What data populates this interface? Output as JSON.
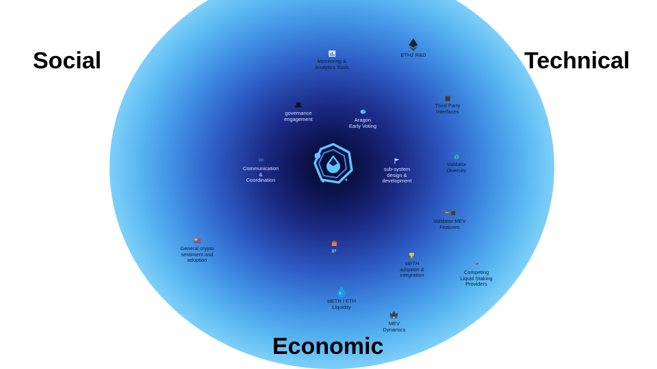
{
  "titles": {
    "social": "Social",
    "technical": "Technical",
    "economic": "Economic"
  },
  "center": {
    "icon": "lido-logo-icon"
  },
  "nodes": [
    {
      "id": "monitoring",
      "label": "Monitoring &\nAnalytics Tools",
      "icon": "chart-icon"
    },
    {
      "id": "eth2",
      "label": "ETH2 R&D",
      "icon": "ethereum-icon"
    },
    {
      "id": "third-party",
      "label": "Third Party\nInterfaces",
      "icon": "jar-icon"
    },
    {
      "id": "governance",
      "label": "governance\nengagement",
      "icon": "hat-icon"
    },
    {
      "id": "aragon",
      "label": "Aragon\nEarly Voting",
      "icon": "bird-icon"
    },
    {
      "id": "communication",
      "label": "Communication\n&\nCoordination",
      "icon": "chat-icon"
    },
    {
      "id": "subsystem",
      "label": "sub-system\ndesign &\ndevelopment",
      "icon": "flag-icon"
    },
    {
      "id": "validator-diversity",
      "label": "Validator\nDiversity",
      "icon": "globe-icon"
    },
    {
      "id": "validator-mev",
      "label": "Validator MEV\nFeatures",
      "icon": "tools-icon"
    },
    {
      "id": "general-crypto",
      "label": "General crypto\nsentiment and\nadoption",
      "icon": "card-icon"
    },
    {
      "id": "ip",
      "label": "IP",
      "icon": "building-icon"
    },
    {
      "id": "steth-adoption",
      "label": "stETH\nadoption &\nintegration",
      "icon": "trophy-icon"
    },
    {
      "id": "competing",
      "label": "Competing\nLiquid Staking\nProviders",
      "icon": "rocket-icon"
    },
    {
      "id": "steth-liquidity",
      "label": "stETH / ETH\nLiquidity",
      "icon": "drop-icon"
    },
    {
      "id": "mev-dynamics",
      "label": "MEV\nDynamics",
      "icon": "crown-icon"
    }
  ]
}
